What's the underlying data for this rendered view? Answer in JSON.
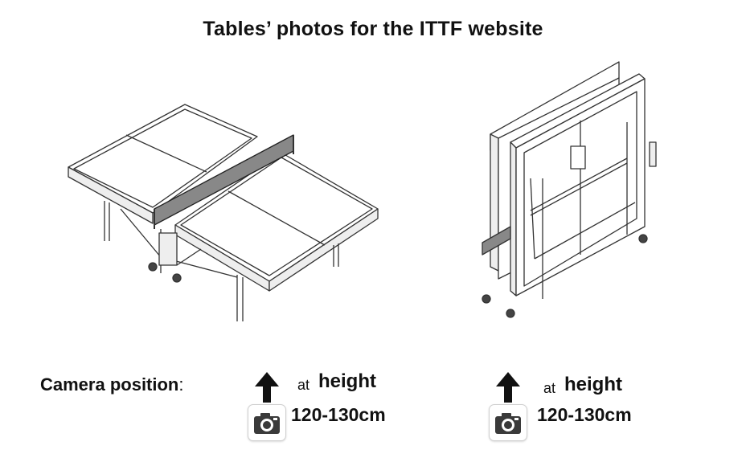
{
  "title": "Tables’ photos for the ITTF website",
  "camera": {
    "label": "Camera position",
    "colon": ":"
  },
  "positions": [
    {
      "at": "at",
      "height_word": "height",
      "range": "120-130cm",
      "arrow_icon": "up-arrow-icon",
      "camera_icon": "camera-icon"
    },
    {
      "at": "at",
      "height_word": "height",
      "range": "120-130cm",
      "arrow_icon": "up-arrow-icon",
      "camera_icon": "camera-icon"
    }
  ],
  "illustrations": [
    {
      "name": "open-table-drawing"
    },
    {
      "name": "folded-table-drawing"
    }
  ]
}
